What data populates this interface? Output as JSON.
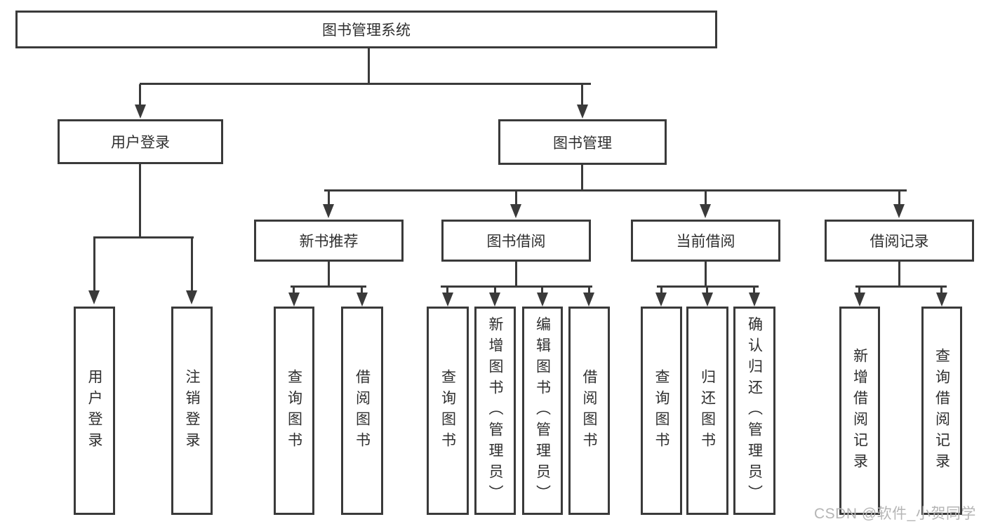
{
  "diagram": {
    "type": "hierarchy-tree",
    "colors": {
      "line": "#3a3a3a",
      "text": "#2f2f2f",
      "box_background": "#ffffff",
      "watermark": "#b5b5b5"
    },
    "root": {
      "label": "图书管理系统"
    },
    "level2": [
      {
        "label": "用户登录"
      },
      {
        "label": "图书管理"
      }
    ],
    "level3": [
      {
        "label": "新书推荐",
        "parent": "图书管理"
      },
      {
        "label": "图书借阅",
        "parent": "图书管理"
      },
      {
        "label": "当前借阅",
        "parent": "图书管理"
      },
      {
        "label": "借阅记录",
        "parent": "图书管理"
      }
    ],
    "leaves": {
      "g1": [
        "用户登录",
        "注销登录"
      ],
      "g2": [
        "查询图书",
        "借阅图书"
      ],
      "g3": [
        "查询图书",
        "新增图书（管理员）",
        "编辑图书（管理员）",
        "借阅图书"
      ],
      "g4": [
        "查询图书",
        "归还图书",
        "确认归还（管理员）"
      ],
      "g5": [
        "新增借阅记录",
        "查询借阅记录"
      ]
    }
  },
  "watermark": "CSDN @软件_小贺同学"
}
